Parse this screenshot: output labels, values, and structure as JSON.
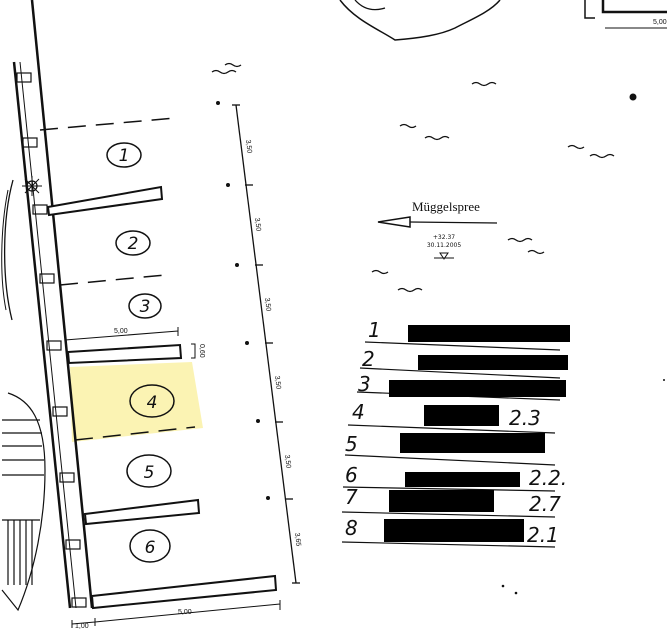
{
  "drawing": {
    "river_label": "Müggelspree",
    "water_level": "+32.37",
    "water_level_date": "30.11.2005",
    "top_right_dim": "5,00",
    "highlight_color": "#fbf3b3",
    "berths": [
      {
        "number": "1"
      },
      {
        "number": "2"
      },
      {
        "number": "3"
      },
      {
        "number": "4",
        "highlighted": true
      },
      {
        "number": "5"
      },
      {
        "number": "6"
      }
    ],
    "dimensions": {
      "right_side": [
        "3,50",
        "3,50",
        "3,50",
        "3,50",
        "3,50",
        "3,65"
      ],
      "jetty_length_top": "5,00",
      "jetty_width": "0,60",
      "jetty_length_bottom": "5,00",
      "walkway_width": "1,00"
    }
  },
  "handwritten_list": {
    "rows": [
      {
        "number": "1",
        "value": ""
      },
      {
        "number": "2",
        "value": ""
      },
      {
        "number": "3",
        "value": ""
      },
      {
        "number": "4",
        "value": "2.3"
      },
      {
        "number": "5",
        "value": ""
      },
      {
        "number": "6",
        "value": "2.2."
      },
      {
        "number": "7",
        "value": "2.7"
      },
      {
        "number": "8",
        "value": "2.1"
      }
    ],
    "redaction_color": "#000000"
  }
}
